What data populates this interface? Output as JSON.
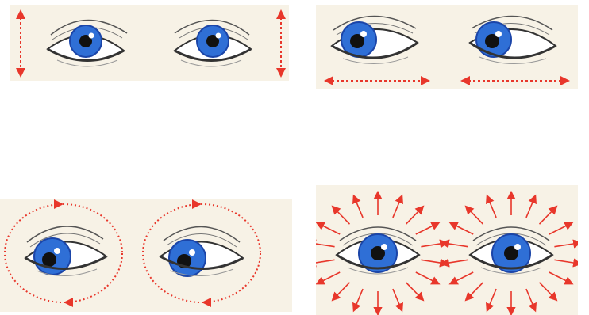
{
  "colors": {
    "background": "#ffffff",
    "panel": "#f7f2e6",
    "iris": "#2f6fd6",
    "iris_dark": "#1b45a8",
    "pupil": "#111111",
    "outline": "#3a3a3a",
    "arrow": "#e8372b"
  },
  "panels": [
    {
      "exercise": "vertical",
      "gaze": "up",
      "arrow_style": "dashed"
    },
    {
      "exercise": "horizontal",
      "gaze": "left",
      "arrow_style": "dashed"
    },
    {
      "exercise": "circular",
      "gaze": "down-left",
      "arrow_style": "dotted"
    },
    {
      "exercise": "radial",
      "gaze": "center",
      "arrow_style": "solid"
    }
  ]
}
